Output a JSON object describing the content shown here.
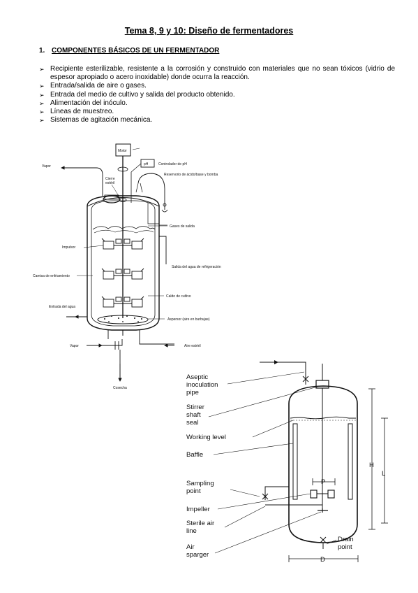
{
  "document": {
    "title": "Tema 8, 9 y 10: Diseño de fermentadores",
    "section_number": "1.",
    "section_title": "COMPONENTES BÁSICOS DE UN FERMENTADOR",
    "bullets": [
      "Recipiente esterilizable, resistente a la corrosión y construido con materiales que no sean tóxicos (vidrio de espesor apropiado o acero inoxidable) donde ocurra la reacción.",
      "Entrada/salida de aire o gases.",
      "Entrada del medio de cultivo y salida del producto obtenido.",
      "Alimentación del inóculo.",
      "Líneas de muestreo.",
      "Sistemas de agitación mecánica."
    ],
    "bullet_glyph": "➢"
  },
  "figure1": {
    "motor": "Motor",
    "ph": "pH",
    "ph_controller": "Controlador de pH",
    "acid_base": "Reservorio de ácido/base y bomba",
    "vapor_top": "Vapor",
    "sterile_seal": [
      "Cierre",
      "estéril"
    ],
    "gas_out": "Gases de salida",
    "impeller": "Impulsor",
    "cooling_out": "Salida del agua de refrigeración",
    "cooling_jacket": "Camisa de enfriamiento",
    "broth": "Caldo de cultivo",
    "water_in": "Entrada del agua",
    "sparger": "Aspersor (aire en burbujas)",
    "vapor_bottom": "Vapor",
    "sterile_air": "Aire estéril",
    "harvest": "Cosecha"
  },
  "figure2": {
    "inoculation": [
      "Aseptic",
      "inoculation",
      "pipe"
    ],
    "stirrer": [
      "Stirrer",
      "shaft",
      "seal"
    ],
    "working_level": "Working level",
    "baffle": "Baffle",
    "sampling": [
      "Sampling",
      "point"
    ],
    "impeller": "Impeller",
    "air_line": [
      "Sterile air",
      "line"
    ],
    "sparger": [
      "Air",
      "sparger"
    ],
    "drain": [
      "Drain",
      "point"
    ],
    "dim_p": "P",
    "dim_h": "H",
    "dim_l": "L",
    "dim_d": "D"
  }
}
